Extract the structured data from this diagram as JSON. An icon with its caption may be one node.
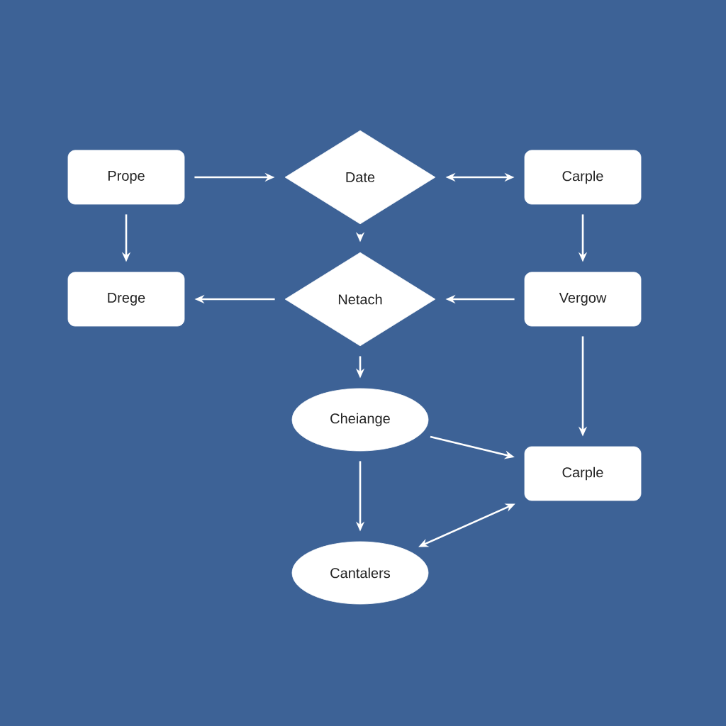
{
  "diagram": {
    "nodes": [
      {
        "text": [
          "Prope"
        ]
      },
      {
        "text": [
          "Date"
        ]
      },
      {
        "text": [
          "Carple"
        ]
      },
      {
        "text": [
          "Drege"
        ]
      },
      {
        "text": [
          "Netach"
        ]
      },
      {
        "text": [
          "Vergow"
        ]
      },
      {
        "text": [
          "Cheiange"
        ]
      },
      {
        "text": [
          "Carple"
        ]
      },
      {
        "text": [
          "Cantalers"
        ]
      }
    ],
    "edges": [
      {
        "from": 0,
        "to": 1,
        "arrow": "to"
      },
      {
        "from": 1,
        "to": 2,
        "arrow": "both"
      },
      {
        "from": 0,
        "to": 3,
        "arrow": "to"
      },
      {
        "from": 1,
        "to": 4,
        "arrow": "to"
      },
      {
        "from": 2,
        "to": 5,
        "arrow": "to"
      },
      {
        "from": 4,
        "to": 3,
        "arrow": "to"
      },
      {
        "from": 5,
        "to": 4,
        "arrow": "to"
      },
      {
        "from": 4,
        "to": 6,
        "arrow": "to"
      },
      {
        "from": 5,
        "to": 7,
        "arrow": "to"
      },
      {
        "from": 6,
        "to": 7,
        "arrow": "to"
      },
      {
        "from": 6,
        "to": 8,
        "arrow": "to"
      },
      {
        "from": 8,
        "to": 7,
        "arrow": "both"
      }
    ]
  }
}
